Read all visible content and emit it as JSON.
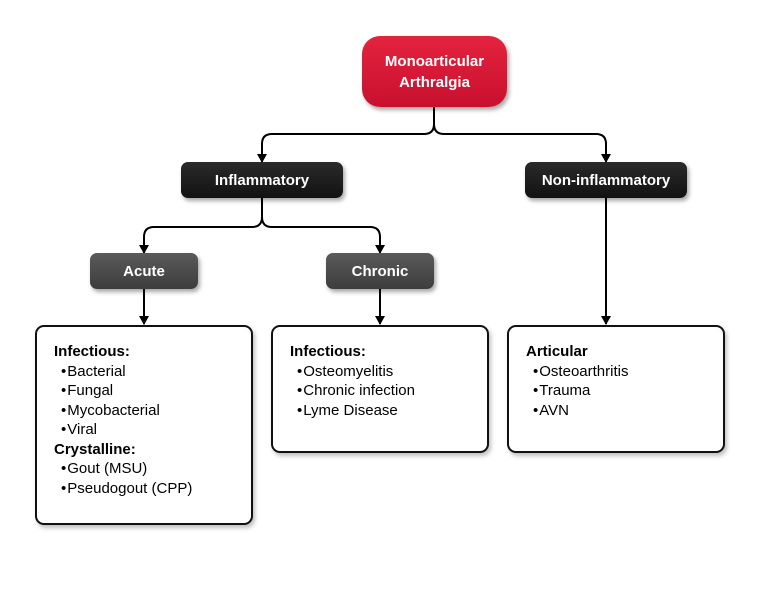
{
  "nodes": {
    "root": "Monoarticular\nArthralgia",
    "inflammatory": "Inflammatory",
    "non_inflammatory": "Non-inflammatory",
    "acute": "Acute",
    "chronic": "Chronic"
  },
  "boxes": {
    "acute": {
      "groups": [
        {
          "heading": "Infectious:",
          "items": [
            "Bacterial",
            "Fungal",
            "Mycobacterial",
            "Viral"
          ]
        },
        {
          "heading": "Crystalline:",
          "items": [
            "Gout (MSU)",
            "Pseudogout (CPP)"
          ]
        }
      ]
    },
    "chronic": {
      "groups": [
        {
          "heading": "Infectious:",
          "items": [
            "Osteomyelitis",
            "Chronic infection",
            "Lyme Disease"
          ]
        }
      ]
    },
    "articular": {
      "groups": [
        {
          "heading": "Articular",
          "items": [
            "Osteoarthritis",
            "Trauma",
            "AVN"
          ]
        }
      ]
    }
  },
  "colors": {
    "root": "#d3122f",
    "level1": "#1a1a1a",
    "level2": "#4a4a4a",
    "connector": "#000000"
  }
}
